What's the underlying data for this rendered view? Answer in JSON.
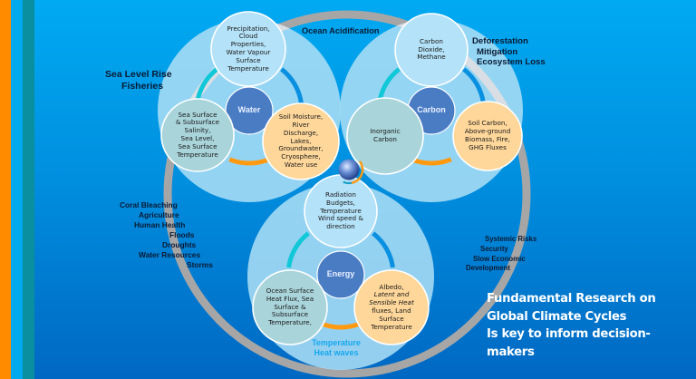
{
  "slide": {
    "colors": {
      "background_top": "#00AAF2",
      "background_bottom": "#0068C2",
      "stripe_orange": "#FF8C00",
      "stripe_lightblue": "#00A9EE",
      "stripe_teal": "#0A8FA0",
      "outer_circle": "#A8DDF5",
      "core": "#4A7CC4",
      "node_top": "#B4E2F8",
      "node_left": "#A8D4DA",
      "node_right": "#FFD79A",
      "arc_cyan": "#10C8D8",
      "arc_blue": "#0A90E0",
      "arc_orange": "#FF9A10",
      "ring_grey": "#A6A6A6"
    },
    "cycles": [
      {
        "id": "water",
        "core_label": "Water",
        "nodes": {
          "top": [
            "Precipitation,",
            "Cloud",
            "Properties,",
            "Water Vapour",
            "Surface",
            "Temperature"
          ],
          "left": [
            "Sea Surface",
            "& Subsurface",
            "Salinity,",
            "Sea Level,",
            "Sea Surface",
            "Temperature"
          ],
          "right": [
            "Soil Moisture,",
            "River",
            "Discharge,",
            "Lakes,",
            "Groundwater,",
            "Cryosphere,",
            "Water use"
          ]
        }
      },
      {
        "id": "carbon",
        "core_label": "Carbon",
        "nodes": {
          "top": [
            "Carbon",
            "Dioxide,",
            "Methane"
          ],
          "left": [
            "Inorganic",
            "Carbon"
          ],
          "right": [
            "Soil Carbon,",
            "Above-ground",
            "Biomass, Fire,",
            "GHG Fluxes"
          ]
        }
      },
      {
        "id": "energy",
        "core_label": "Energy",
        "nodes": {
          "top": [
            "Radiation",
            "Budgets,",
            "Temperature",
            "Wind speed &",
            "direction"
          ],
          "left": [
            "Ocean Surface",
            "Heat Flux, Sea",
            "Surface &",
            "Subsurface",
            "Temperature,"
          ],
          "right_plain_1": "Albedo,",
          "right_italic_1": "Latent and",
          "right_italic_2": "Sensible Heat",
          "right_plain_2": [
            "fluxes, Land",
            "Surface",
            "Temperature"
          ]
        }
      }
    ],
    "impacts": {
      "water_side": [
        "Sea Level Rise",
        "Fisheries"
      ],
      "ocean": "Ocean Acidification",
      "carbon_side": [
        "Deforestation",
        "Mitigation",
        "Ecosystem Loss"
      ],
      "left_lower": [
        "Coral Bleaching",
        "Agriculture",
        "Human Health",
        "Floods",
        "Droughts",
        "Water Resources",
        "Storms"
      ],
      "right_lower": [
        "Systemic Risks",
        "Security",
        "Slow Economic",
        "Development"
      ],
      "energy_bottom": [
        "Temperature",
        "Heat waves"
      ]
    },
    "tagline": [
      "Fundamental Research on",
      "Global Climate Cycles",
      "Is key to inform decision-",
      "makers"
    ],
    "center_icon": "globe-icon"
  }
}
